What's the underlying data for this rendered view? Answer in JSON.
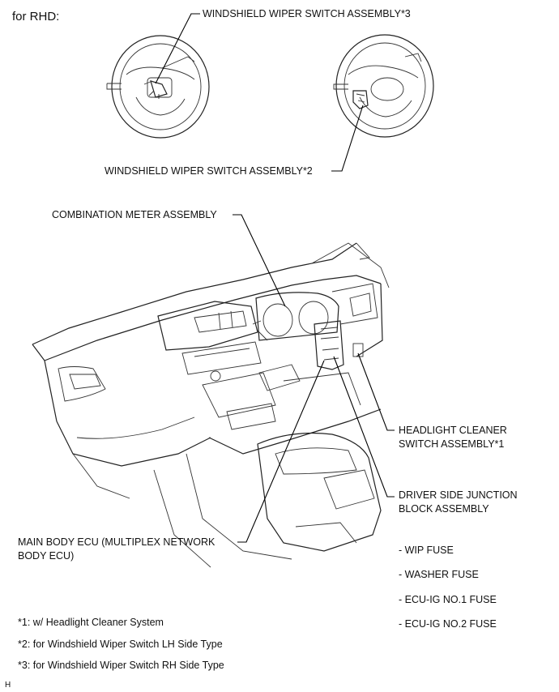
{
  "header": {
    "title": "for RHD:"
  },
  "callouts": {
    "wiper_rh": "WINDSHIELD WIPER SWITCH ASSEMBLY*3",
    "wiper_lh": "WINDSHIELD WIPER SWITCH ASSEMBLY*2",
    "combination_meter": "COMBINATION METER ASSEMBLY",
    "headlight_cleaner_line1": "HEADLIGHT CLEANER",
    "headlight_cleaner_line2": "SWITCH ASSEMBLY*1",
    "junction_block_line1": "DRIVER SIDE JUNCTION",
    "junction_block_line2": "BLOCK ASSEMBLY",
    "main_body_ecu_line1": "MAIN BODY ECU (MULTIPLEX NETWORK",
    "main_body_ecu_line2": "BODY ECU)"
  },
  "fuses": [
    "- WIP FUSE",
    "- WASHER FUSE",
    "- ECU-IG NO.1 FUSE",
    "- ECU-IG NO.2 FUSE"
  ],
  "footnotes": [
    "*1: w/ Headlight Cleaner System",
    "*2: for Windshield Wiper Switch LH Side Type",
    "*3: for Windshield Wiper Switch RH Side Type"
  ],
  "corner_mark": "H"
}
